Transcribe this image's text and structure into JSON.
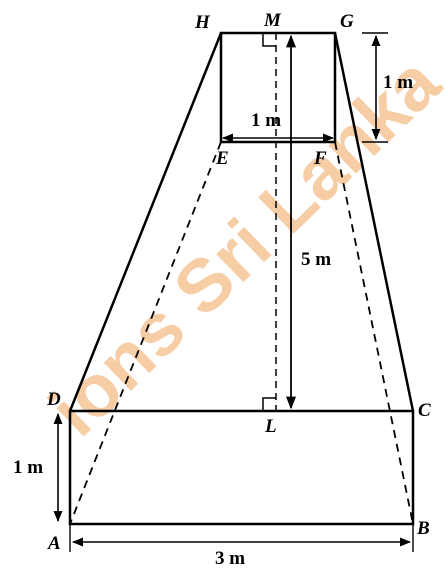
{
  "points": {
    "H": "H",
    "M": "M",
    "G": "G",
    "E": "E",
    "F": "F",
    "D": "D",
    "L": "L",
    "C": "C",
    "A": "A",
    "B": "B"
  },
  "dimensions": {
    "top_height": "1 m",
    "top_width": "1 m",
    "frustum_height": "5 m",
    "base_height": "1 m",
    "base_width": "3 m"
  },
  "watermark": "ions Sri Lanka",
  "colors": {
    "line": "#000000",
    "watermark": "#f2a55c"
  }
}
